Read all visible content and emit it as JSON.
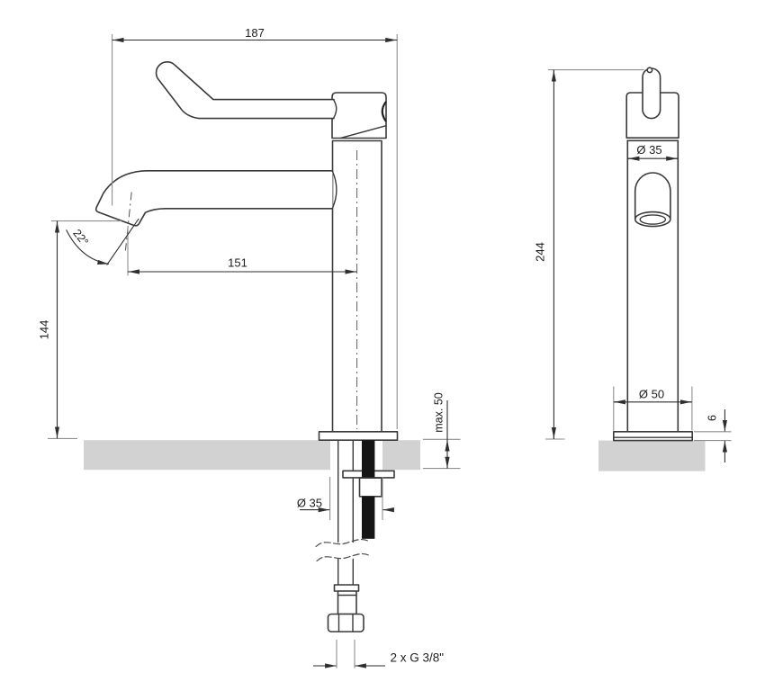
{
  "side_view": {
    "overall_length": "187",
    "spout_reach": "151",
    "spout_height": "144",
    "spout_angle": "22°",
    "max_deck_thickness": "max. 50",
    "mounting_hole_diameter": "Ø 35",
    "supply_connection": "2 x G 3/8\""
  },
  "front_view": {
    "overall_height": "244",
    "body_diameter": "Ø 35",
    "base_diameter": "Ø 50",
    "base_plate_height": "6"
  },
  "colors": {
    "object_line": "#3a3a3a",
    "extension_line": "#8f8f8f",
    "dimension_line": "#2e2e2e",
    "text": "#1d1d1d",
    "countertop": "#d2d2d2",
    "background": "#ffffff"
  }
}
